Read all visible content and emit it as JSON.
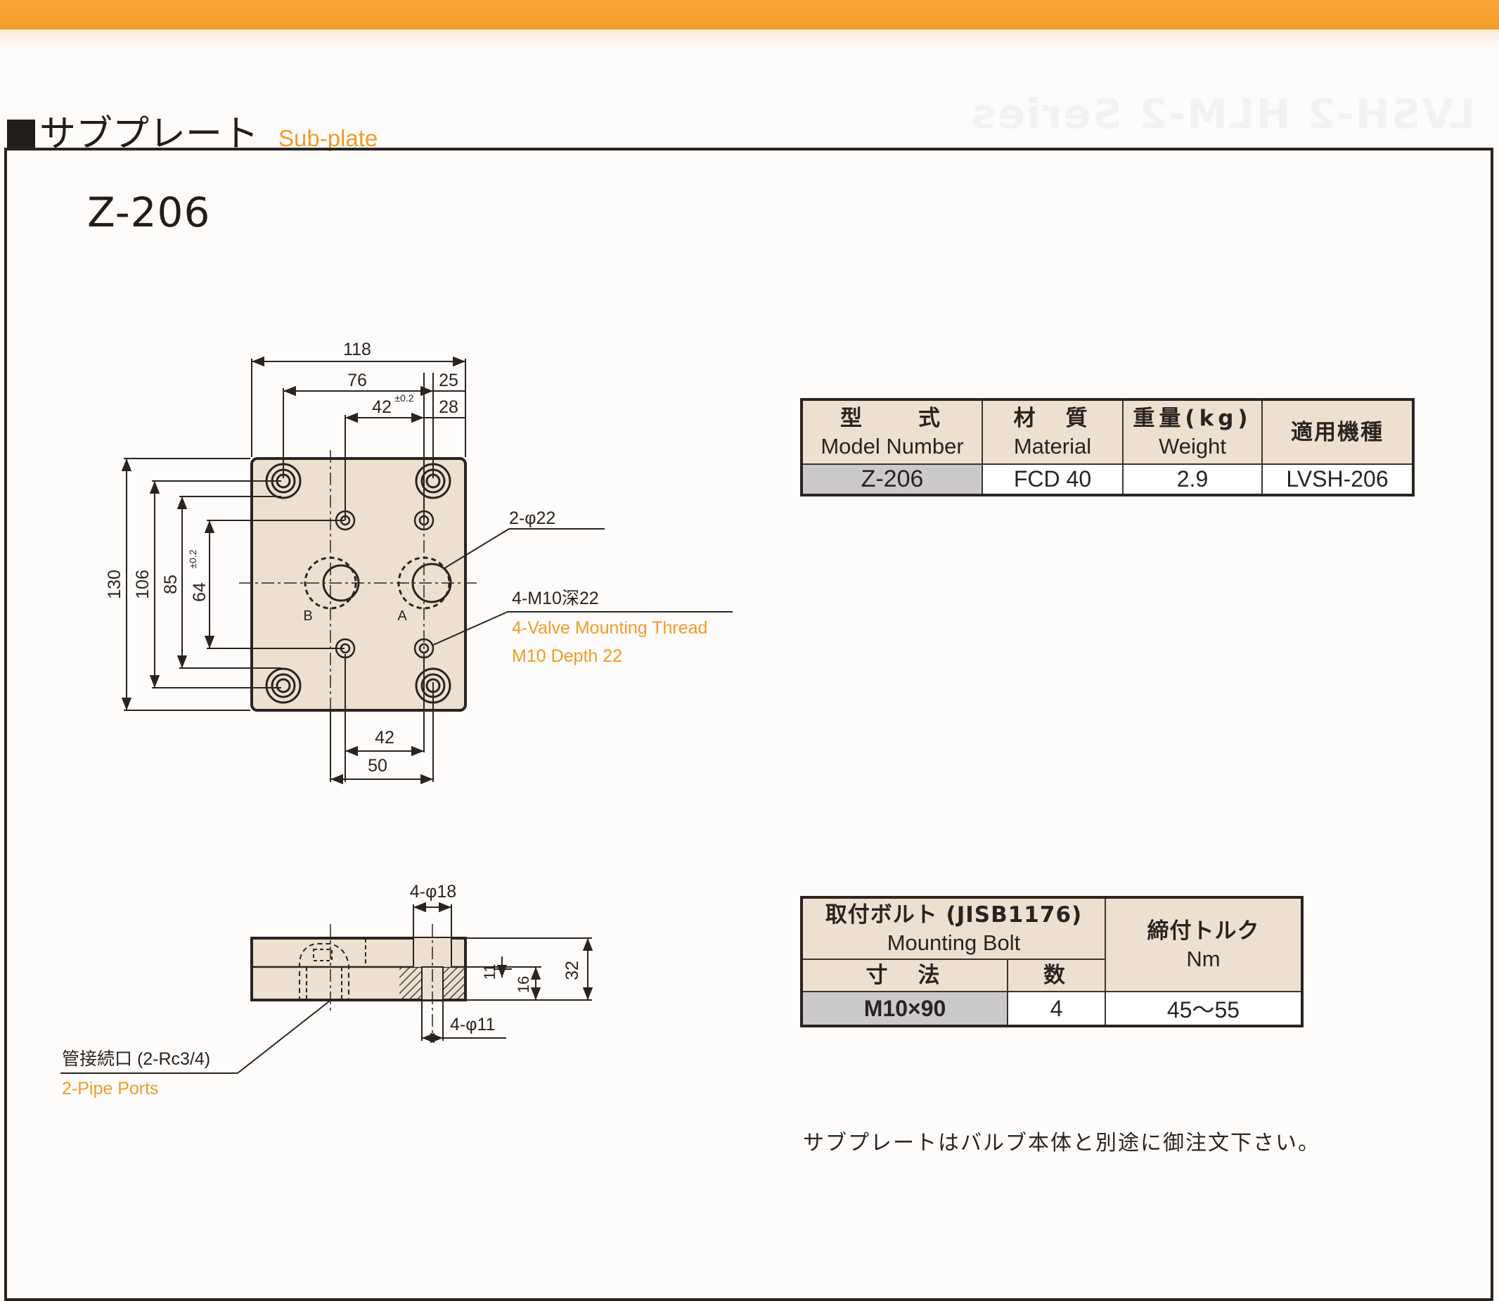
{
  "header": {
    "ghost_series": "LVSH-2 HLM-2 Series",
    "section_title_jp": "サブプレート",
    "section_title_en": "Sub-plate"
  },
  "model": {
    "title": "Z-206"
  },
  "plan_view": {
    "dim_118": "118",
    "dim_76": "76",
    "dim_25": "25",
    "dim_42_top": "42",
    "tol_top": "±0.2",
    "dim_28": "28",
    "dim_130": "130",
    "dim_106": "106",
    "dim_85": "85",
    "dim_64": "64",
    "tol_side": "±0.2",
    "dim_42_bottom": "42",
    "dim_50": "50",
    "port_b": "B",
    "port_a": "A",
    "callout_holes": "2-φ22",
    "callout_thread_jp": "4-M10深22",
    "callout_thread_en1": "4-Valve Mounting Thread",
    "callout_thread_en2": "M10 Depth 22"
  },
  "side_view": {
    "dim_phi18": "4-φ18",
    "dim_11": "11",
    "dim_16": "16",
    "dim_32": "32",
    "dim_phi11": "4-φ11",
    "pipe_ports_jp": "管接続口 (2-Rc3/4)",
    "pipe_ports_en": "2-Pipe Ports"
  },
  "spec_table": {
    "headers": [
      {
        "jp": "型　　式",
        "en": "Model Number"
      },
      {
        "jp": "材　質",
        "en": "Material"
      },
      {
        "jp": "重量(kg)",
        "en": "Weight"
      },
      {
        "jp": "適用機種",
        "en": ""
      }
    ],
    "row": {
      "model": "Z-206",
      "material": "FCD 40",
      "weight": "2.9",
      "applicable": "LVSH-206"
    }
  },
  "bolt_table": {
    "title_jp": "取付ボルト (JISB1176)",
    "title_en": "Mounting Bolt",
    "col_size": "寸　法",
    "col_qty": "数",
    "torque_jp": "締付トルク",
    "torque_unit": "Nm",
    "row": {
      "size": "M10×90",
      "qty": "4",
      "torque": "45～55"
    }
  },
  "note": "サブプレートはバルブ本体と別途に御注文下さい。",
  "colors": {
    "accent": "#f49d2c",
    "ink": "#2a2420",
    "plate": "#eee0d1"
  }
}
